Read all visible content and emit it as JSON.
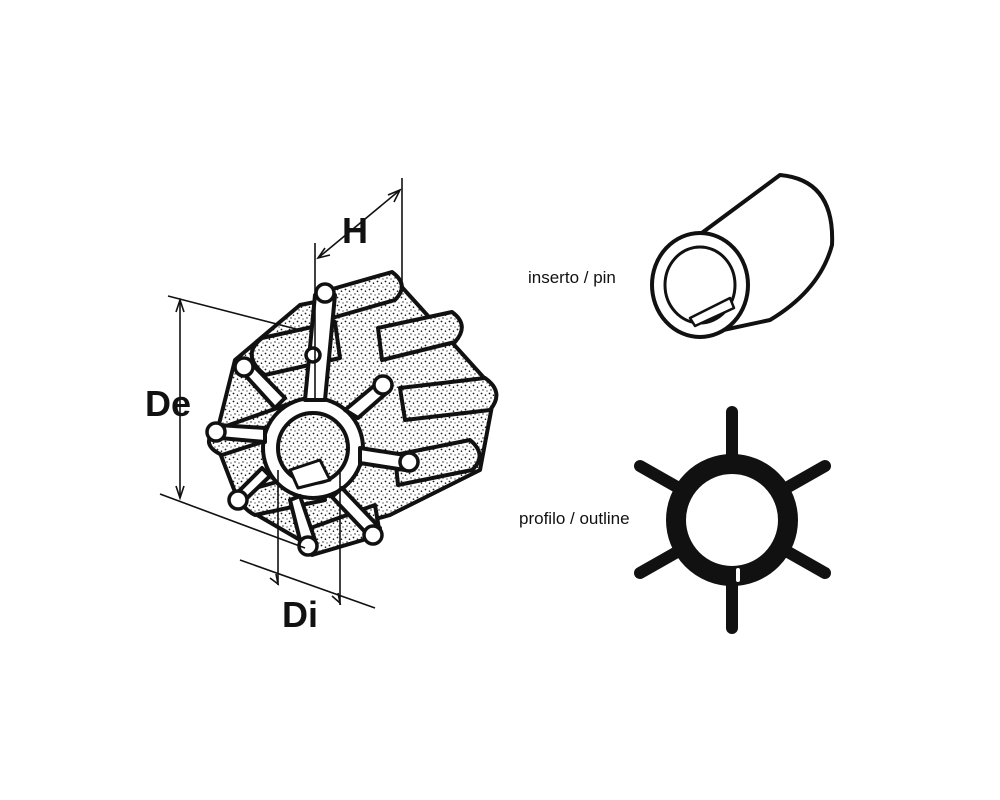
{
  "labels": {
    "H": "H",
    "De": "De",
    "Di": "Di",
    "pin": "inserto / pin",
    "outline": "profilo / outline"
  },
  "colors": {
    "ink": "#111111",
    "paper": "#ffffff",
    "stipple": "#1a1a1a"
  },
  "icons": {
    "impeller_view": "impeller-perspective-drawing",
    "pin_view": "cylinder-insert-drawing",
    "outline_view": "impeller-outline-silhouette"
  }
}
